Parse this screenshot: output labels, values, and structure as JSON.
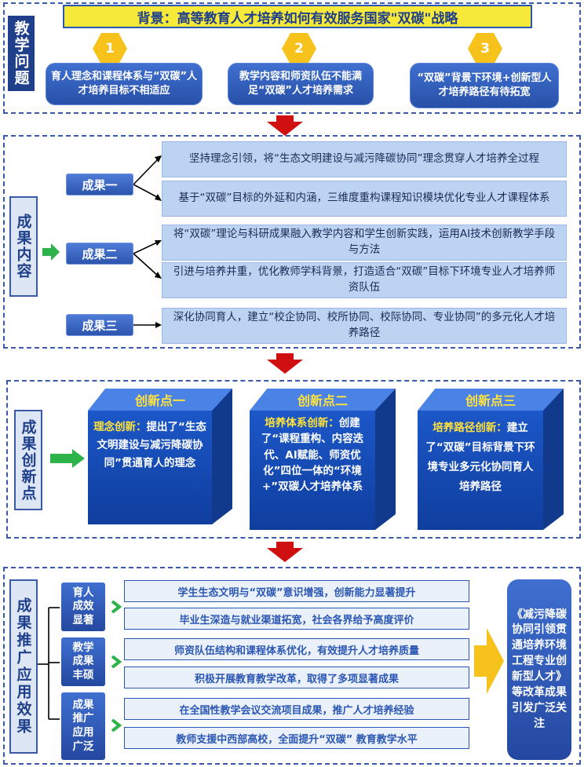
{
  "section1": {
    "label": "教学问题",
    "banner": "背景：高等教育人才培养如何有效服务国家\"双碳\"战略",
    "problems": [
      {
        "num": "1",
        "text": "育人理念和课程体系与“双碳”人才培养目标不相适应"
      },
      {
        "num": "2",
        "text": "教学内容和师资队伍不能满足“双碳”人才培养需求"
      },
      {
        "num": "3",
        "text": "“双碳”背景下环境+创新型人才培养路径有待拓宽"
      }
    ]
  },
  "section2": {
    "label": "成果内容",
    "achievements": [
      {
        "name": "成果一",
        "items": [
          "坚持理念引领，将“生态文明建设与减污降碳协同”理念贯穿人才培养全过程",
          "基于“双碳”目标的外延和内涵，三维度重构课程知识模块优化专业人才课程体系"
        ]
      },
      {
        "name": "成果二",
        "items": [
          "将“双碳”理论与科研成果融入教学内容和学生创新实践，运用AI技术创新教学手段与方法",
          "引进与培养并重，优化教师学科背景，打造适合“双碳”目标下环境专业人才培养师资队伍"
        ]
      },
      {
        "name": "成果三",
        "items": [
          "深化协同育人，建立“校企协同、校所协同、校际协同、专业协同”的多元化人才培养路径"
        ]
      }
    ]
  },
  "section3": {
    "label": "成果创新点",
    "points": [
      {
        "title": "创新点一",
        "highlight": "理念创新：",
        "text": "提出了“生态文明建设与减污降碳协同”贯通育人的理念"
      },
      {
        "title": "创新点二",
        "highlight": "培养体系创新：",
        "text": "创建了“课程重构、内容迭代、AI赋能、师资优化”四位一体的“环境+”双碳人才培养体系"
      },
      {
        "title": "创新点三",
        "highlight": "培养路径创新：",
        "text": "建立了“双碳”目标背景下环境专业多元化协同育人培养路径"
      }
    ]
  },
  "section4": {
    "label": "成果推广应用效果",
    "groups": [
      {
        "name": "育人成效显著",
        "items": [
          "学生生态文明与“双碳”意识增强，创新能力显著提升",
          "毕业生深造与就业渠道拓宽，社会各界给予高度评价"
        ]
      },
      {
        "name": "教学成果丰硕",
        "items": [
          "师资队伍结构和课程体系优化，有效提升人才培养质量",
          "积极开展教育教学改革，取得了多项显著成果"
        ]
      },
      {
        "name": "成果推广应用广泛",
        "items": [
          "在全国性教学会议交流项目成果，推广人才培养经验",
          "教师支援中西部高校，全面提升“双碳” 教育教学水平"
        ]
      }
    ],
    "final": "《减污降碳协同引领贯通培养环境工程专业创新型人才》等改革成果引发广泛关注"
  },
  "colors": {
    "primary": "#1f3f8a",
    "accent_yellow": "#f6c21b",
    "arrow_red": "#d01010",
    "arrow_green": "#2db34a"
  }
}
